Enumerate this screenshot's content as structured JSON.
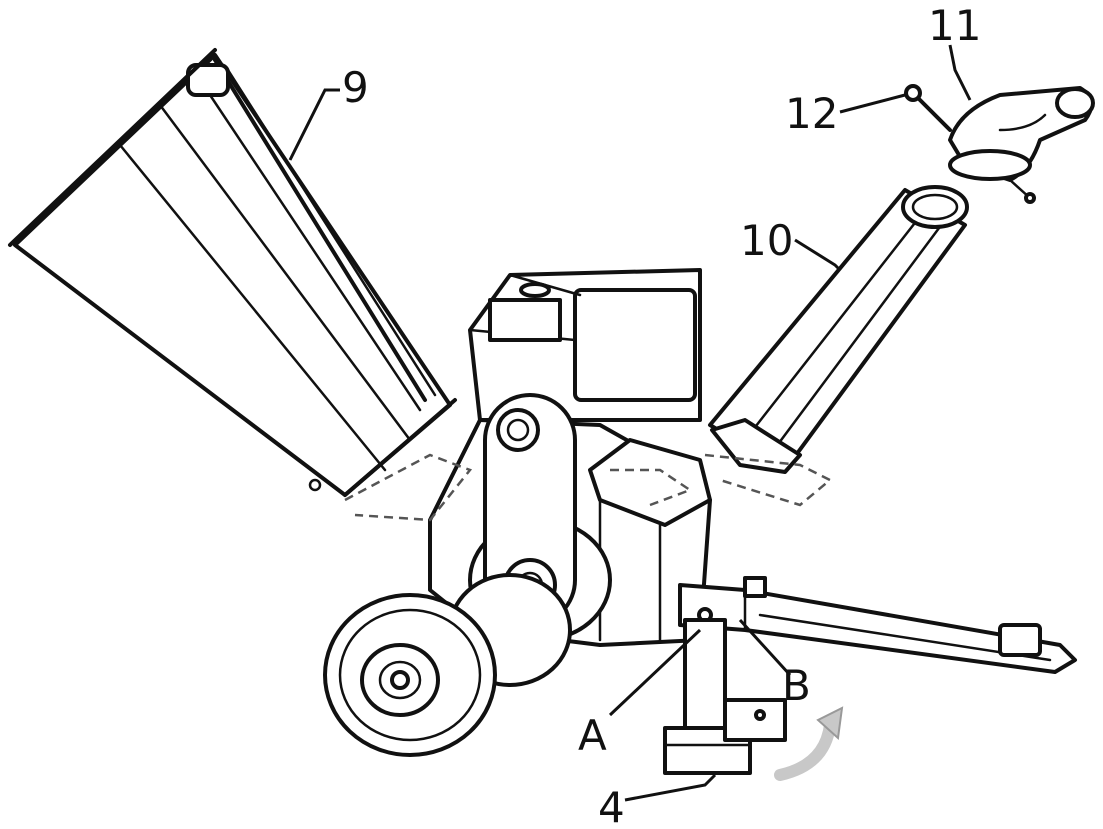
{
  "labels": {
    "hopper": "9",
    "chute": "10",
    "deflector": "11",
    "bolt": "12",
    "point_a": "A",
    "point_b": "B",
    "stand": "4"
  },
  "colors": {
    "line": "#111111",
    "background": "#ffffff",
    "arrow": "#c8c8c8"
  }
}
